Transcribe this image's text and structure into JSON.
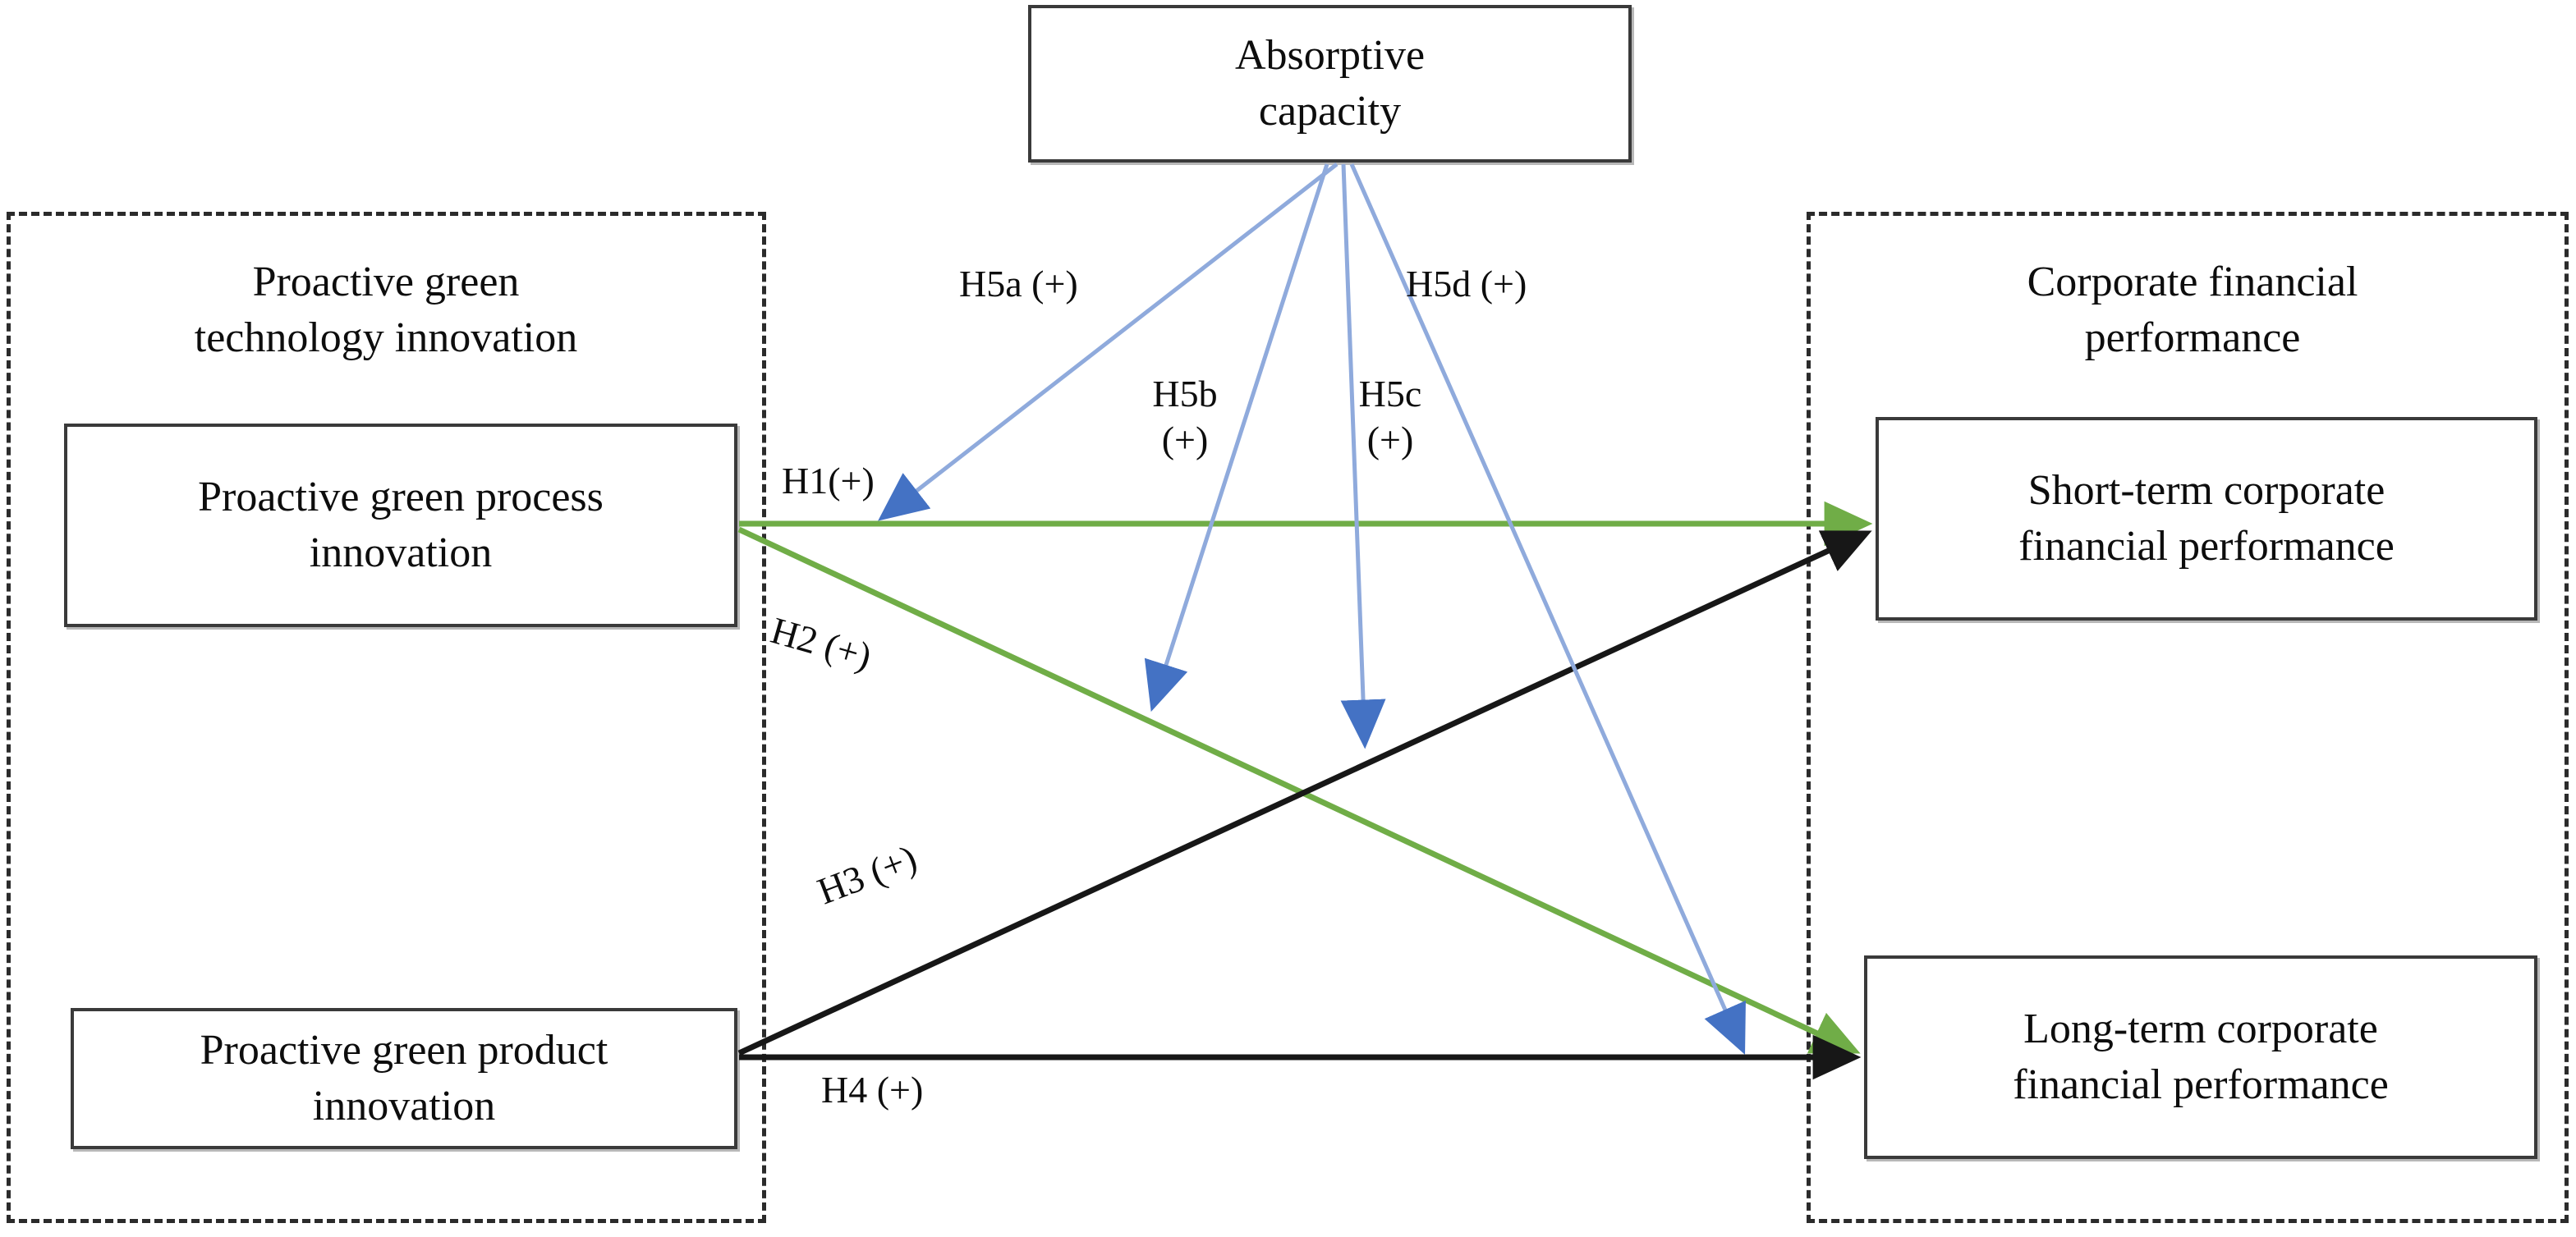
{
  "figure": {
    "type": "conceptual-research-model",
    "title_text": ""
  },
  "groups": [
    {
      "id": "left",
      "label": "Proactive green\ntechnology innovation",
      "style": "dashed-container"
    },
    {
      "id": "right",
      "label": "Corporate financial\nperformance",
      "style": "dashed-container"
    }
  ],
  "nodes": {
    "absorptive": "Absorptive\ncapacity",
    "green_process": "Proactive green process\ninnovation",
    "green_product": "Proactive green product\ninnovation",
    "short_term": "Short-term corporate\nfinancial performance",
    "long_term": "Long-term corporate\nfinancial performance"
  },
  "paths": [
    {
      "id": "H1",
      "label": "H1(+)",
      "from": "green_process",
      "to": "short_term",
      "color": "#70AD47"
    },
    {
      "id": "H2",
      "label": "H2 (+)",
      "from": "green_process",
      "to": "long_term",
      "color": "#70AD47"
    },
    {
      "id": "H3",
      "label": "H3 (+)",
      "from": "green_product",
      "to": "short_term",
      "color": "#000000"
    },
    {
      "id": "H4",
      "label": "H4 (+)",
      "from": "green_product",
      "to": "long_term",
      "color": "#000000"
    },
    {
      "id": "H5a",
      "label": "H5a (+)",
      "from": "absorptive",
      "to": "H1",
      "color": "#4472C4"
    },
    {
      "id": "H5b",
      "label": "H5b\n(+)",
      "from": "absorptive",
      "to": "H2",
      "color": "#4472C4"
    },
    {
      "id": "H5c",
      "label": "H5c\n(+)",
      "from": "absorptive",
      "to": "H3",
      "color": "#4472C4"
    },
    {
      "id": "H5d",
      "label": "H5d (+)",
      "from": "absorptive",
      "to": "H4",
      "color": "#4472C4"
    }
  ],
  "colors": {
    "green_path": "#70AD47",
    "blue_path_line": "#8FAADC",
    "blue_arrowhead": "#4472C4",
    "black_path": "#171717",
    "box_border": "#3a3a3a",
    "dashed_border": "#2b2b2b",
    "text": "#0d0d0d",
    "background": "#ffffff"
  }
}
